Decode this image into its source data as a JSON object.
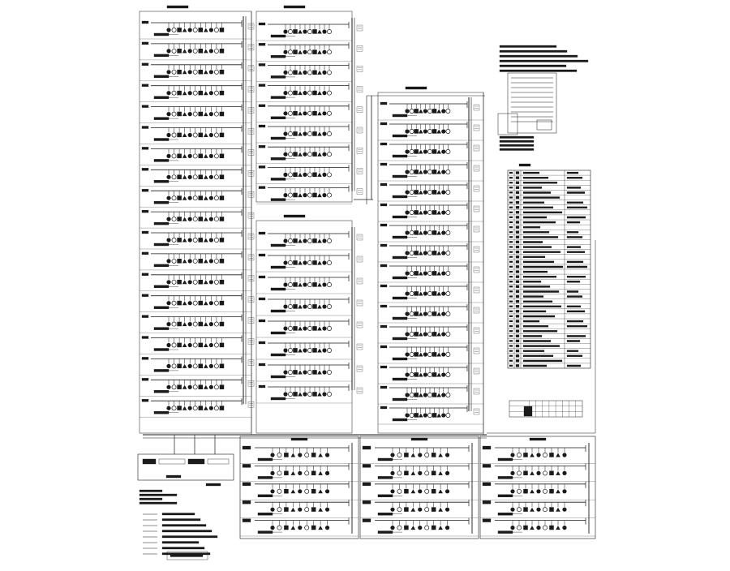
{
  "drawing": {
    "kind": "fire-alarm riser system diagram (CAD sheet)",
    "line_color": "#1a1a1a",
    "background": "#ffffff"
  },
  "columns": [
    {
      "id": "tower-a",
      "floors": 19
    },
    {
      "id": "tower-b",
      "floors": 9
    },
    {
      "id": "tower-c",
      "floors": 8
    },
    {
      "id": "tower-d",
      "floors": 16
    }
  ],
  "podium_blocks": [
    {
      "id": "podium-1",
      "rows": 5
    },
    {
      "id": "podium-2",
      "rows": 5
    },
    {
      "id": "podium-3",
      "rows": 5
    }
  ],
  "legend_table": {
    "rows": 40,
    "columns": 4
  },
  "small_table": {
    "rows": 3,
    "columns": 9
  }
}
